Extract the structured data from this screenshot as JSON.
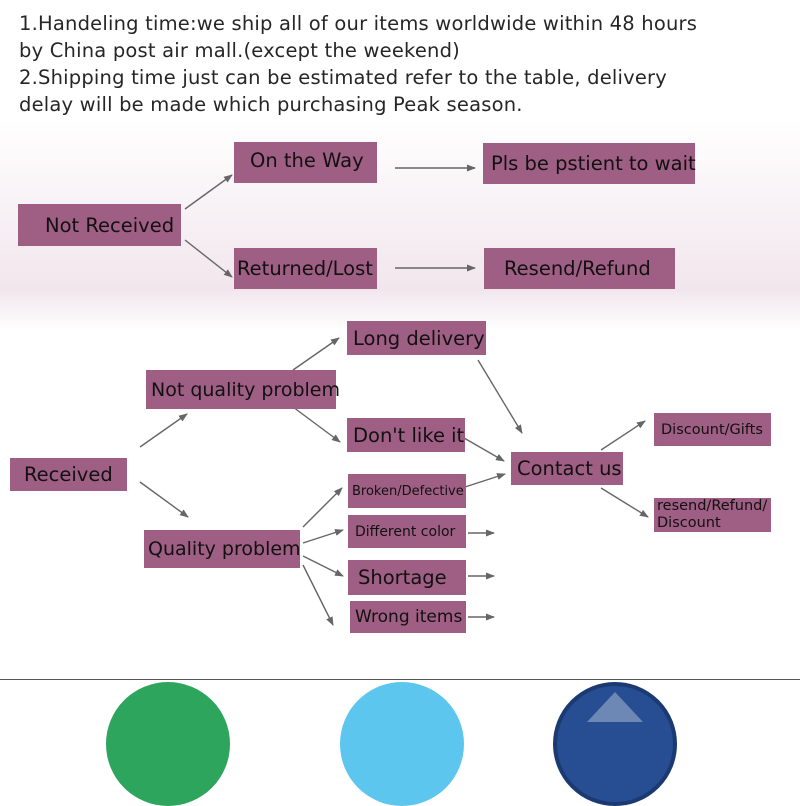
{
  "intro": {
    "line1": "1.Handeling time:we ship all of our items worldwide within 48 hours",
    "line2": "by China post air mall.(except the weekend)",
    "line3": "2.Shipping time just can be estimated refer to the table, delivery",
    "line4": "delay will be made which purchasing Peak season."
  },
  "nodes": {
    "not_received": "Not Received",
    "on_the_way": "On the Way",
    "pls_wait": "Pls be pstient to wait",
    "returned_lost": "Returned/Lost",
    "resend_refund": "Resend/Refund",
    "long_delivery": "Long delivery",
    "not_quality_problem": "Not quality problem",
    "dont_like_it": "Don't like it",
    "received": "Received",
    "contact_us": "Contact us",
    "discount_gifts": "Discount/Gifts",
    "resend_refund_discount_1": "resend/Refund/",
    "resend_refund_discount_2": "Discount",
    "broken_defective": "Broken/Defective",
    "quality_problem": "Quality problem",
    "different_color": "Different color",
    "shortage": "Shortage",
    "wrong_items": "Wrong items"
  },
  "colors": {
    "node_fill": "#9f5e83",
    "arrow": "#555555",
    "text": "#111111"
  }
}
